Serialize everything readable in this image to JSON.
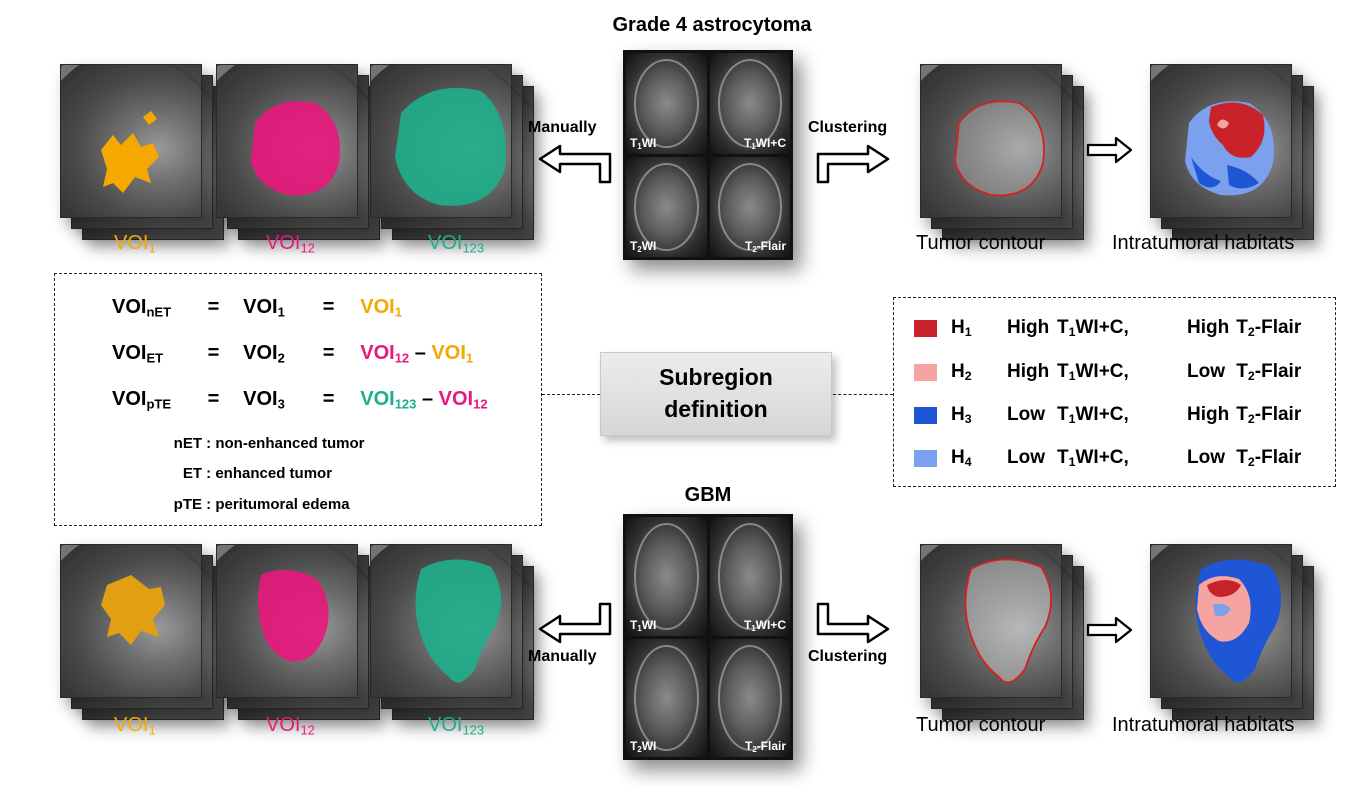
{
  "top": {
    "title": "Grade 4 astrocytoma",
    "left_arrow_label": "Manually",
    "right_arrow_label": "Clustering",
    "tumor_contour": "Tumor contour",
    "habitats": "Intratumoral habitats"
  },
  "bottom": {
    "title": "GBM",
    "left_arrow_label": "Manually",
    "right_arrow_label": "Clustering",
    "tumor_contour": "Tumor contour",
    "habitats": "Intratumoral habitats"
  },
  "mri_labels": {
    "t1": "T",
    "t1_sub": "1",
    "t1_suffix": "WI",
    "t1c": "T",
    "t1c_sub": "1",
    "t1c_suffix": "WI+C",
    "t2": "T",
    "t2_sub": "2",
    "t2_suffix": "WI",
    "flair": "T",
    "flair_sub": "2",
    "flair_suffix": "-Flair"
  },
  "voi": {
    "v1": "VOI",
    "v1_sub": "1",
    "v12": "VOI",
    "v12_sub": "12",
    "v123": "VOI",
    "v123_sub": "123"
  },
  "equations": {
    "row1": {
      "lhs": "VOI",
      "lhs_sub": "nET",
      "mid": "VOI",
      "mid_sub": "1",
      "r1": "VOI",
      "r1_sub": "1"
    },
    "row2": {
      "lhs": "VOI",
      "lhs_sub": "ET",
      "mid": "VOI",
      "mid_sub": "2",
      "r1": "VOI",
      "r1_sub": "12",
      "r2": "VOI",
      "r2_sub": "1"
    },
    "row3": {
      "lhs": "VOI",
      "lhs_sub": "pTE",
      "mid": "VOI",
      "mid_sub": "3",
      "r1": "VOI",
      "r1_sub": "123",
      "r2": "VOI",
      "r2_sub": "12"
    },
    "eq": "=",
    "minus": "–"
  },
  "notes": [
    {
      "abbr": "nET",
      "text": "non-enhanced tumor"
    },
    {
      "abbr": "ET",
      "text": "enhanced tumor"
    },
    {
      "abbr": "pTE",
      "text": "peritumoral edema"
    }
  ],
  "subregion": {
    "line1": "Subregion",
    "line2": "definition"
  },
  "habitats": [
    {
      "h": "H",
      "h_sub": "1",
      "t1": "High",
      "t1c": "T",
      "t1c_sub": "1",
      "t1c_suffix": "WI+C,",
      "t2": "High",
      "flair": "T",
      "flair_sub": "2",
      "flair_suffix": "-Flair",
      "color": "#c8232a"
    },
    {
      "h": "H",
      "h_sub": "2",
      "t1": "High",
      "t1c": "T",
      "t1c_sub": "1",
      "t1c_suffix": "WI+C,",
      "t2": "Low",
      "flair": "T",
      "flair_sub": "2",
      "flair_suffix": "-Flair",
      "color": "#f5a3a3"
    },
    {
      "h": "H",
      "h_sub": "3",
      "t1": "Low",
      "t1c": "T",
      "t1c_sub": "1",
      "t1c_suffix": "WI+C,",
      "t2": "High",
      "flair": "T",
      "flair_sub": "2",
      "flair_suffix": "-Flair",
      "color": "#1f56d6"
    },
    {
      "h": "H",
      "h_sub": "4",
      "t1": "Low",
      "t1c": "T",
      "t1c_sub": "1",
      "t1c_suffix": "WI+C,",
      "t2": "Low",
      "flair": "T",
      "flair_sub": "2",
      "flair_suffix": "-Flair",
      "color": "#7ba0ee"
    }
  ],
  "colors": {
    "voi1": "#f5a800",
    "voi12": "#e6197c",
    "voi123": "#1fae8c",
    "contour": "#d42020"
  }
}
